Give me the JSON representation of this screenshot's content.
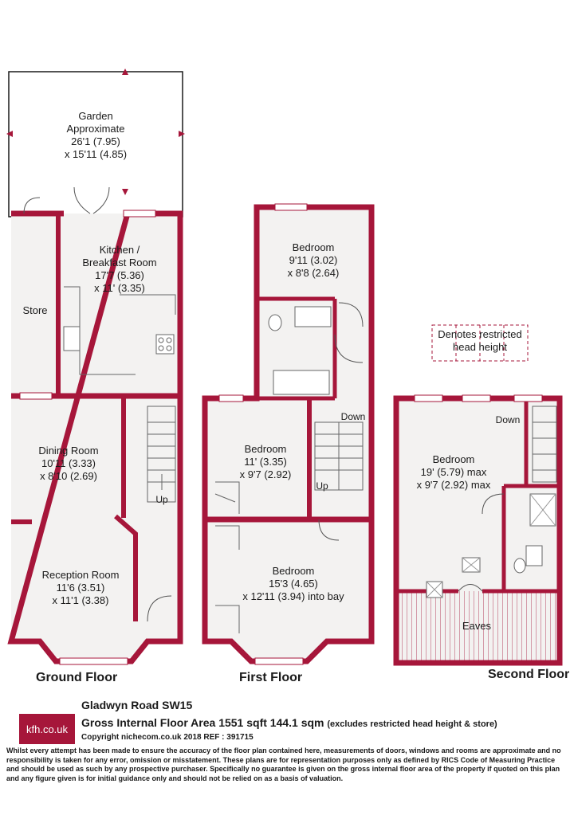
{
  "colors": {
    "wall": "#a6163a",
    "floor": "#f3f2f1",
    "line": "#555555"
  },
  "ground_floor": {
    "label": "Ground Floor",
    "garden": {
      "name": "Garden",
      "qualifier": "Approximate",
      "dim_imperial": "26'1 (7.95)",
      "dim_metric": "x 15'11 (4.85)"
    },
    "kitchen": {
      "name": "Kitchen /",
      "name2": "Breakfast Room",
      "dim1": "17'7 (5.36)",
      "dim2": "x 11' (3.35)"
    },
    "store": {
      "name": "Store"
    },
    "dining": {
      "name": "Dining Room",
      "dim1": "10'11 (3.33)",
      "dim2": "x 8'10 (2.69)"
    },
    "reception": {
      "name": "Reception Room",
      "dim1": "11'6 (3.51)",
      "dim2": "x 11'1 (3.38)"
    },
    "stairs_label": "Up"
  },
  "first_floor": {
    "label": "First Floor",
    "bedroom_rear": {
      "name": "Bedroom",
      "dim1": "9'11 (3.02)",
      "dim2": "x 8'8 (2.64)"
    },
    "bedroom_mid": {
      "name": "Bedroom",
      "dim1": "11' (3.35)",
      "dim2": "x 9'7 (2.92)"
    },
    "bedroom_front": {
      "name": "Bedroom",
      "dim1": "15'3 (4.65)",
      "dim2": "x 12'11 (3.94) into bay"
    },
    "stairs_down": "Down",
    "stairs_up": "Up"
  },
  "second_floor": {
    "label": "Second Floor",
    "bedroom": {
      "name": "Bedroom",
      "dim1": "19' (5.79) max",
      "dim2": "x 9'7 (2.92) max"
    },
    "eaves": "Eaves",
    "stairs_down": "Down"
  },
  "legend": {
    "line1": "Denotes restricted",
    "line2": "head height"
  },
  "footer": {
    "logo": "kfh.co.uk",
    "title": "Gladwyn Road  SW15",
    "area": "Gross Internal Floor Area 1551 sqft 144.1 sqm",
    "area_note": "(excludes restricted head height & store)",
    "copyright": "Copyright nichecom.co.uk 2018 REF : 391715",
    "disclaimer": "Whilst every attempt has been made to ensure the accuracy of the floor plan contained here, measurements of doors, windows and rooms are approximate and no responsibility is taken for any error, omission or misstatement.  These plans are for representation purposes only as defined by RICS Code of Measuring Practice and should be used as such by any prospective purchaser.  Specifically no guarantee is given on the gross internal floor area of the property if quoted on this plan and any figure given is for initial guidance only and should not be relied on as a basis of valuation."
  }
}
